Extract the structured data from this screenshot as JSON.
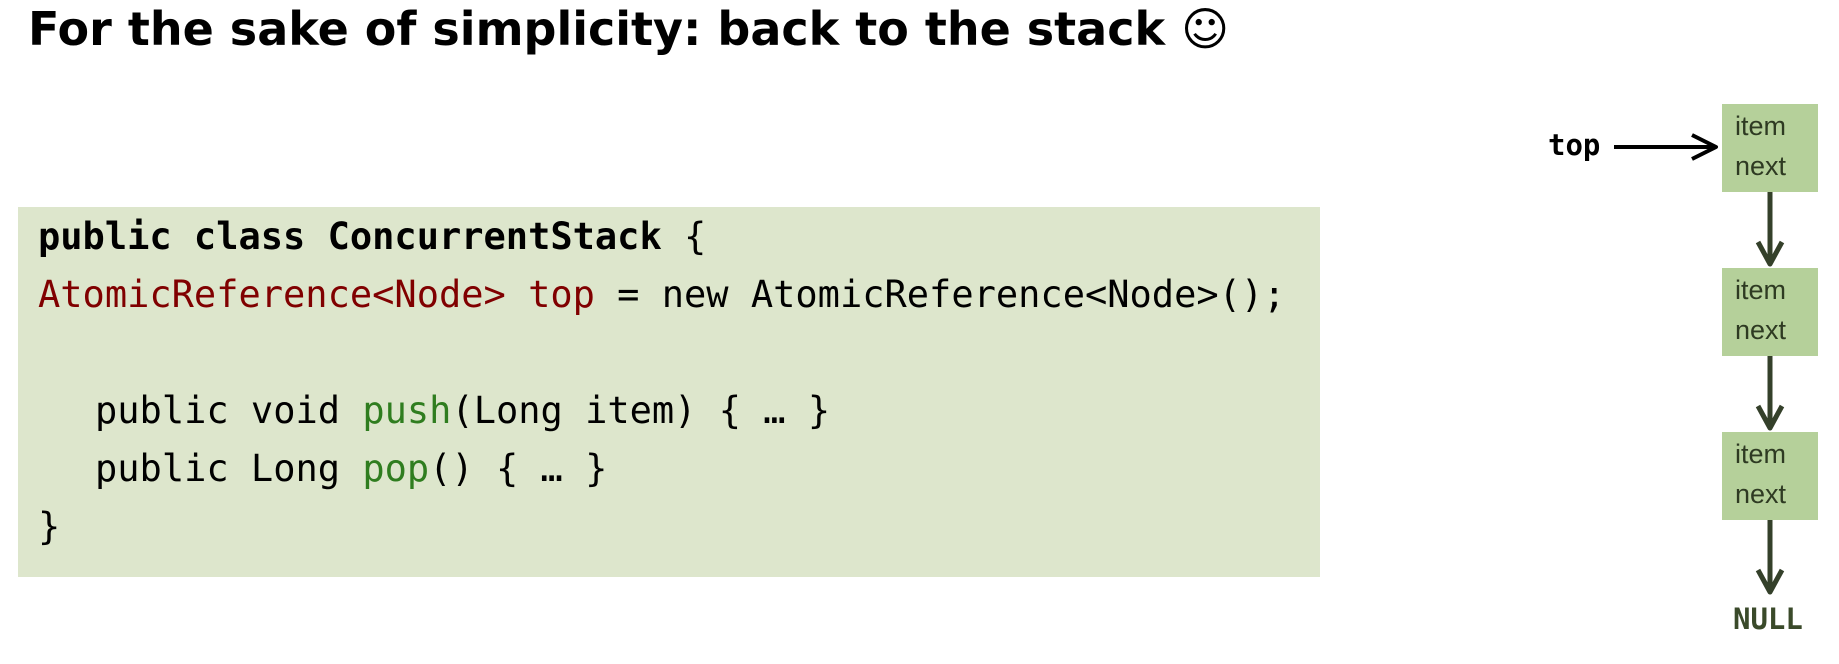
{
  "slide": {
    "title": "For the sake of simplicity: back to the stack ☺"
  },
  "code": {
    "line1_kw": "public class ConcurrentStack",
    "line1_brace": " {",
    "line2_type": "AtomicReference<Node> top",
    "line2_rest": " = new AtomicReference<Node>();",
    "line3_pre": "public void ",
    "line3_method": "push",
    "line3_post": "(Long item) { … }",
    "line4_pre": "public Long ",
    "line4_method": "pop",
    "line4_post": "() { … }",
    "line5": "}"
  },
  "diagram": {
    "top_label": "top",
    "nodes": [
      {
        "item": "item",
        "next": "next"
      },
      {
        "item": "item",
        "next": "next"
      },
      {
        "item": "item",
        "next": "next"
      }
    ],
    "null_label": "NULL",
    "colors": {
      "node_fill": "#b5d09a",
      "arrow": "#34402a",
      "code_bg": "#dde6cc",
      "type_red": "#800000",
      "method_green": "#2f7d1f"
    }
  }
}
